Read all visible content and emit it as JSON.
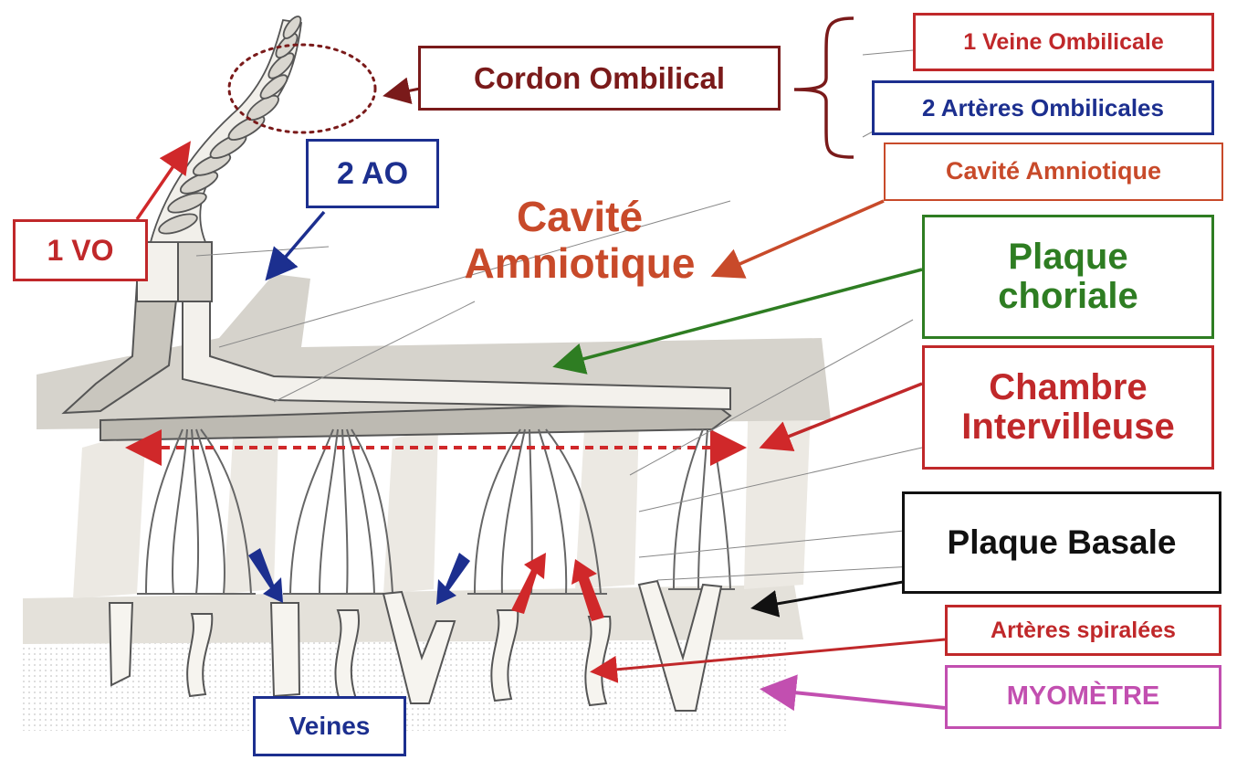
{
  "labels": {
    "cordon": "Cordon Ombilical",
    "veine_ombilicale": "1 Veine  Ombilicale",
    "arteres_ombilicales": "2 Artères Ombilicales",
    "cavite_box": "Cavité Amniotique",
    "cavite_big_line1": "Cavité",
    "cavite_big_line2": "Amniotique",
    "plaque_choriale_line1": "Plaque",
    "plaque_choriale_line2": "choriale",
    "chambre_line1": "Chambre",
    "chambre_line2": "Intervilleuse",
    "plaque_basale": "Plaque Basale",
    "arteres_spiralees": "Artères spiralées",
    "myometre": "MYOMÈTRE",
    "vo": "1 VO",
    "ao": "2 AO",
    "veines": "Veines"
  },
  "colors": {
    "dark_red": "#7a1a1a",
    "red": "#c0282a",
    "blue": "#1c2f8f",
    "orange_red": "#c84a2a",
    "green": "#2e7d22",
    "black": "#111111",
    "magenta": "#c24fb0",
    "tissue": "#e4e1da",
    "tissue_dark": "#c9c6be"
  }
}
